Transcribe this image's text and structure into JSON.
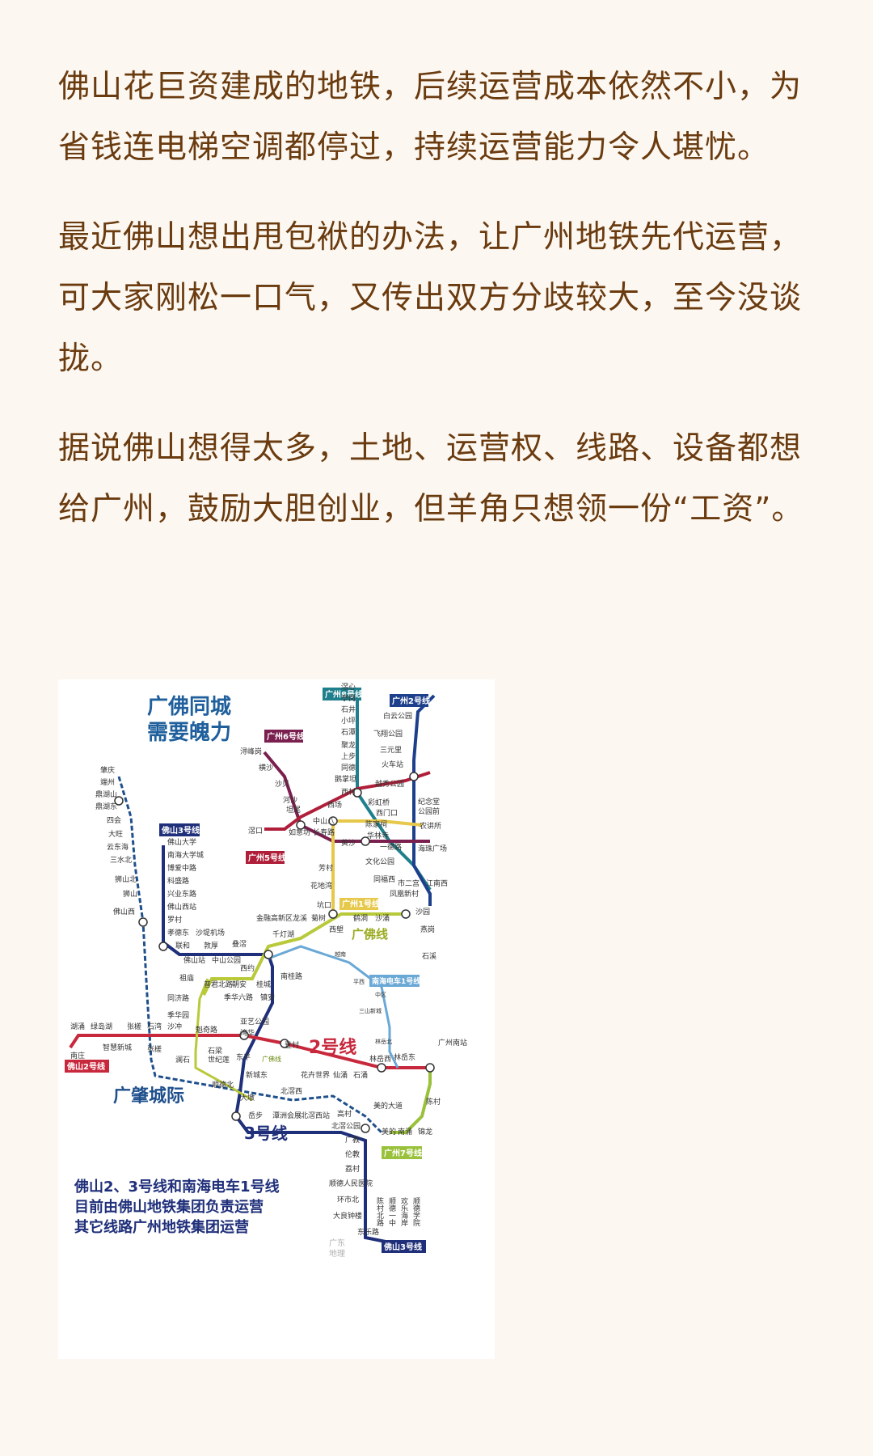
{
  "article": {
    "paragraphs": [
      "佛山花巨资建成的地铁，后续运营成本依然不小，为省钱连电梯空调都停过，持续运营能力令人堪忧。",
      "最近佛山想出甩包袱的办法，让广州地铁先代运营，可大家刚松一口气，又传出双方分歧较大，至今没谈拢。",
      "据说佛山想得太多，土地、运营权、线路、设备都想给广州，鼓励大胆创业，但羊角只想领一份“工资”。"
    ],
    "text_color": "#6b3b10"
  },
  "map": {
    "title_line1": "广佛同城",
    "title_line2": "需要魄力",
    "footer_lines": [
      "佛山2、3号线和南海电车1号线",
      "目前由佛山地铁集团负责运营",
      "其它线路广州地铁集团运营"
    ],
    "watermark": [
      "广东",
      "地理"
    ],
    "line_badges": {
      "gz8": "广州8号线",
      "gz2": "广州2号线",
      "gz6": "广州6号线",
      "fs3_top": "佛山3号线",
      "gz5": "广州5号线",
      "gz1": "广州1号线",
      "nh_tram": "南海电车1号线",
      "fs2_badge": "佛山2号线",
      "gz7": "广州7号线",
      "fs3_bottom": "佛山3号线"
    },
    "line_names": {
      "guangfo": "广佛线",
      "fs2_big": "2号线",
      "guangzhao": "广肇城际",
      "fs3_big": "3号线",
      "gf_small": "广佛线"
    },
    "colors": {
      "fs2": "#c8283c",
      "fs3": "#1f2f7a",
      "gz1": "#e6c84a",
      "gz2": "#1d3f8c",
      "gz5": "#b01f3a",
      "gz6": "#7a1f4e",
      "gz7": "#9ac13c",
      "gz8": "#1f7f8c",
      "guangfo": "#b8c93a",
      "guangzhao": "#1f4f8c",
      "tram": "#6aa8d6",
      "title": "#1f5f9c"
    },
    "stations": {
      "zhaoqing": "肇庆",
      "duanzhou": "端州",
      "dinghushan": "鼎湖山",
      "dinghudong": "鼎湖东",
      "sihui": "四会",
      "dawang": "大旺",
      "yundonghai": "云东海",
      "sanshuibei": "三水北",
      "shishanbei": "狮山北",
      "shishan": "狮山",
      "foshanxi": "佛山西",
      "foshandaxue": "佛山大学",
      "nanhaidaxuecheng": "南海大学城",
      "boaizhonglu": "博爱中路",
      "kejilu": "科盛路",
      "xingyedonglu": "兴业东路",
      "foshanxizhan": "佛山西站",
      "luocun": "罗村",
      "xiaodedong": "孝德东",
      "shadijichang": "沙堤机场",
      "lianhe": "联和",
      "dunhou": "敦厚",
      "dieyao": "叠滘",
      "foshanzhan": "佛山站",
      "zhongshangongyuan": "中山公园",
      "xiyao": "西约",
      "kuiqi": "魁奇",
      "qiandengxu": "千灯湖",
      "jinrongdao": "金融高新区",
      "longxi": "龙溪",
      "juxi": "菊树",
      "kengkou": "坑口",
      "xilang": "西塱",
      "hedong": "鹤洞",
      "shayong": "沙涌",
      "shayuan": "沙园",
      "yangang": "燕岗",
      "shixi": "石溪",
      "zumiao": "祖庙",
      "pujun": "普君北路",
      "chaoan": "朝安",
      "jihua": "季华六路",
      "guicheng": "桂城",
      "zhenan": "镇安",
      "nanguilu": "南桂路",
      "tongjilu": "同济路",
      "jihuayuan": "季华园",
      "kuiqilu": "魁奇路",
      "lanshi": "澜石",
      "shiliang": "石梁",
      "yayi": "亚艺公园",
      "wanhua": "湾华",
      "shijilian": "世纪莲",
      "dongping": "东平",
      "xinchengdong": "新城东",
      "shunde": "顺德北",
      "dadun": "大墩",
      "hutong": "湖涌",
      "lvdao": "绿岛湖",
      "nanzhuang": "南庄",
      "zhihui": "智慧新城",
      "zhangcha": "张槎",
      "shiwan": "石湾",
      "shachong": "沙冲",
      "zhangcha2": "张槎",
      "dengcun": "登村",
      "huahui": "花卉世界",
      "xiantong": "仙涌",
      "shijiao": "石涌",
      "linyuexi": "林岳西",
      "linyuedong": "林岳东",
      "guangzhounan": "广州南站",
      "beijiaoxi": "北滘西",
      "beijiaogongyuan": "北滘公园",
      "gaocun": "高村",
      "meidedadao": "美的大道",
      "chencun": "陈村",
      "meide": "美的",
      "nanyong": "南涌",
      "jinlong": "锦龙",
      "yuebu": "岳步",
      "tanzhou": "潭洲会展",
      "beijiaoxizhan": "北滘西站",
      "guangjiao": "广教",
      "lunjiao": "伦教",
      "lecong": "荔村",
      "shundehospital": "顺德人民医院",
      "huanshibei": "环市北",
      "daliang": "大良钟楼",
      "donglelu": "东乐路",
      "xinxi": "滘心",
      "tinggang": "亭岗",
      "shijing": "石井",
      "xiaoping": "小坪",
      "shitan": "石潭",
      "julong": "聚龙",
      "shangbu": "上步",
      "tongde": "同德",
      "echangtan": "鹅掌坦",
      "xicun": "西村",
      "xichang": "西场",
      "baiyungongyuan": "白云公园",
      "feixiang": "飞翔公园",
      "sanyuanli": "三元里",
      "huochezhan": "火车站",
      "yuexiu": "越秀公园",
      "jinian": "纪念堂",
      "gongyuanqian": "公园前",
      "nonglin": "农讲所",
      "haizhu": "海珠广场",
      "xunfenggang": "浔峰岗",
      "hengsha": "横沙",
      "shabei": "沙贝",
      "hesha": "河沙",
      "tanwei": "坦尾",
      "zhongshanba": "中山八",
      "changshou": "长寿路",
      "huangsha": "黄沙",
      "chenjiaci": "陈家祠",
      "huashi": "华林寺",
      "yidelu": "一德路",
      "caihong": "彩虹桥",
      "ximenkou": "西门口",
      "fangcun": "芳村",
      "huadiwan": "花地湾",
      "wenhuagongyuan": "文化公园",
      "tongfu": "同福西",
      "shierlu": "市二宫",
      "fenghuang": "凤凰新村",
      "jiangnanxi": "江南西",
      "jiaokou": "滘口",
      "ruyifang": "如意坊",
      "sanshan": "三山新城",
      "pingxi": "平西",
      "yuenan": "越南",
      "linyuebei": "林岳北",
      "ruzhong": "中区"
    },
    "vertical_labels": [
      "陈村北路",
      "顺德一中",
      "欢乐海岸",
      "顺德学院"
    ]
  }
}
